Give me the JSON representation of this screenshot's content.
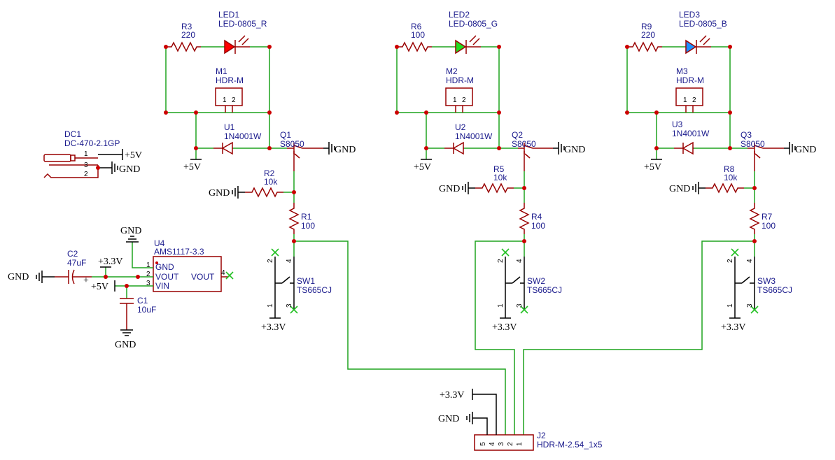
{
  "colors": {
    "wire": "#1fa31f",
    "part": "#990000",
    "label": "#1a1a8c",
    "led_red": "#ff0000",
    "led_green": "#22dd22",
    "led_blue": "#1e90ff",
    "junction": "#cc0000"
  },
  "nets": {
    "gnd": "GND",
    "p5": "+5V",
    "p33": "+3.3V"
  },
  "parts": {
    "r3": {
      "ref": "R3",
      "val": "220"
    },
    "r6": {
      "ref": "R6",
      "val": "100"
    },
    "r9": {
      "ref": "R9",
      "val": "220"
    },
    "led1": {
      "ref": "LED1",
      "val": "LED-0805_R"
    },
    "led2": {
      "ref": "LED2",
      "val": "LED-0805_G"
    },
    "led3": {
      "ref": "LED3",
      "val": "LED-0805_B"
    },
    "m1": {
      "ref": "M1",
      "val": "HDR-M"
    },
    "m2": {
      "ref": "M2",
      "val": "HDR-M"
    },
    "m3": {
      "ref": "M3",
      "val": "HDR-M"
    },
    "u1": {
      "ref": "U1",
      "val": "1N4001W"
    },
    "u2": {
      "ref": "U2",
      "val": "1N4001W"
    },
    "u3": {
      "ref": "U3",
      "val": "1N4001W"
    },
    "q1": {
      "ref": "Q1",
      "val": "S8050"
    },
    "q2": {
      "ref": "Q2",
      "val": "S8050"
    },
    "q3": {
      "ref": "Q3",
      "val": "S8050"
    },
    "r2": {
      "ref": "R2",
      "val": "10k"
    },
    "r5": {
      "ref": "R5",
      "val": "10k"
    },
    "r8": {
      "ref": "R8",
      "val": "10k"
    },
    "r1": {
      "ref": "R1",
      "val": "100"
    },
    "r4": {
      "ref": "R4",
      "val": "100"
    },
    "r7": {
      "ref": "R7",
      "val": "100"
    },
    "sw1": {
      "ref": "SW1",
      "val": "TS665CJ"
    },
    "sw2": {
      "ref": "SW2",
      "val": "TS665CJ"
    },
    "sw3": {
      "ref": "SW3",
      "val": "TS665CJ"
    },
    "dc1": {
      "ref": "DC1",
      "val": "DC-470-2.1GP"
    },
    "u4": {
      "ref": "U4",
      "val": "AMS1117-3.3"
    },
    "c2": {
      "ref": "C2",
      "val": "47uF"
    },
    "c1": {
      "ref": "C1",
      "val": "10uF"
    },
    "j2": {
      "ref": "J2",
      "val": "HDR-M-2.54_1x5"
    }
  },
  "pins": {
    "dc1": [
      "1",
      "3",
      "2"
    ],
    "u4": {
      "n1": "1",
      "n2": "2",
      "n3": "3",
      "n4": "4",
      "gnd": "GND",
      "vout": "VOUT",
      "vin": "VIN",
      "vout2": "VOUT"
    },
    "hdr": [
      "1",
      "2"
    ],
    "sw": [
      "2",
      "4",
      "1",
      "3"
    ],
    "j2": [
      "5",
      "4",
      "3",
      "2",
      "1"
    ],
    "c2_plus": "+"
  }
}
